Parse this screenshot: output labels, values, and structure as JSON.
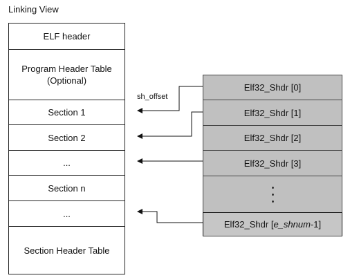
{
  "title": "Linking View",
  "left_table": {
    "elf_header": "ELF header",
    "program_header_table": "Program Header Table",
    "program_header_optional": "(Optional)",
    "section_1": "Section 1",
    "section_2": "Section 2",
    "ellipsis_1": "...",
    "section_n": "Section n",
    "ellipsis_2": "...",
    "section_header_table": "Section Header Table"
  },
  "right_table": {
    "shdr_0": "Elf32_Shdr [0]",
    "shdr_1": "Elf32_Shdr [1]",
    "shdr_2": "Elf32_Shdr [2]",
    "shdr_3": "Elf32_Shdr [3]",
    "shdr_last_prefix": "Elf32_Shdr [",
    "shdr_last_italic": "e_shnum",
    "shdr_last_suffix": "-1]"
  },
  "arrow_label": "sh_offset"
}
